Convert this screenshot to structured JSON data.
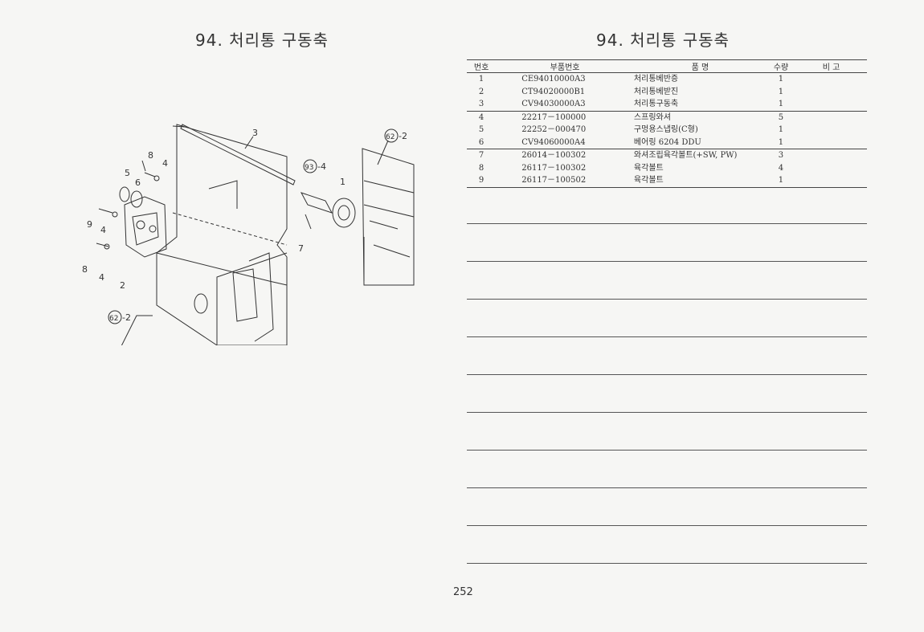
{
  "left_title": "94. 처리통 구동축",
  "right_title": "94. 처리통 구동축",
  "diagram": {
    "callouts": [
      "3",
      "62",
      "-2",
      "8",
      "4",
      "5",
      "6",
      "93",
      "-4",
      "1",
      "9",
      "4",
      "7",
      "8",
      "4",
      "2",
      "62",
      "-2"
    ]
  },
  "table": {
    "headers": {
      "no": "번호",
      "part": "부품번호",
      "name": "품     명",
      "qty": "수량",
      "note": "비  고"
    },
    "rows": [
      {
        "no": "1",
        "part": "CE94010000A3",
        "name": "처리통베반증",
        "qty": "1",
        "note": ""
      },
      {
        "no": "2",
        "part": "CT94020000B1",
        "name": "처리통베받진",
        "qty": "1",
        "note": ""
      },
      {
        "no": "3",
        "part": "CV94030000A3",
        "name": "처리통구동축",
        "qty": "1",
        "note": ""
      },
      {
        "no": "4",
        "part": "22217－100000",
        "name": "스프링와셔",
        "qty": "5",
        "note": ""
      },
      {
        "no": "5",
        "part": "22252－000470",
        "name": "구멍용스냅링(C형)",
        "qty": "1",
        "note": ""
      },
      {
        "no": "6",
        "part": "CV94060000A4",
        "name": "베어링 6204 DDU",
        "qty": "1",
        "note": ""
      },
      {
        "no": "7",
        "part": "26014－100302",
        "name": "와셔조립육각볼트(+SW, PW)",
        "qty": "3",
        "note": ""
      },
      {
        "no": "8",
        "part": "26117－100302",
        "name": "육각볼트",
        "qty": "4",
        "note": ""
      },
      {
        "no": "9",
        "part": "26117－100502",
        "name": "육각볼트",
        "qty": "1",
        "note": ""
      }
    ]
  },
  "page_number": "252"
}
